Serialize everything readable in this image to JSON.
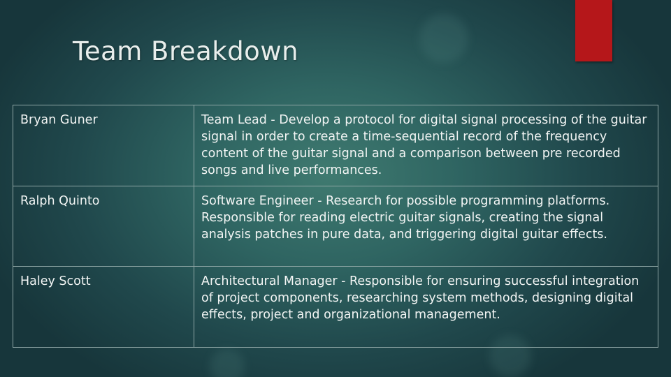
{
  "slide": {
    "title": "Team Breakdown"
  },
  "colors": {
    "accent": "#b5171a",
    "background": "#2f6562",
    "text": "#f2f5f4",
    "table_border": "#8fa7a6"
  },
  "team": {
    "rows": [
      {
        "name": "Bryan Guner",
        "description": "Team Lead - Develop a protocol for digital signal processing of the guitar signal in order to create a time-sequential record of the frequency content of the guitar signal and a comparison between pre recorded songs and live performances."
      },
      {
        "name": "Ralph Quinto",
        "description": "Software Engineer - Research for possible programming platforms. Responsible for reading electric guitar signals, creating the signal analysis patches in pure data, and triggering digital guitar effects."
      },
      {
        "name": "Haley Scott",
        "description": "Architectural Manager - Responsible for ensuring successful integration of project components, researching system methods, designing digital effects, project and organizational management."
      }
    ]
  }
}
